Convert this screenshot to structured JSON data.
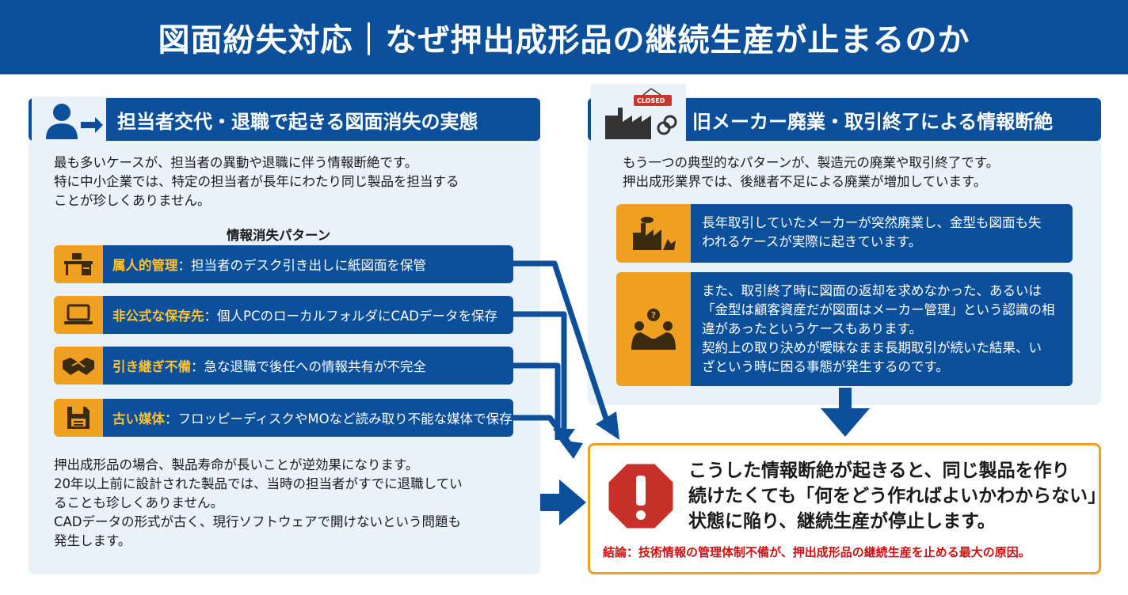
{
  "header": {
    "title": "図面紛失対応｜なぜ押出成形品の継続生産が止まるのか"
  },
  "left": {
    "heading": "担当者交代・退職で起きる図面消失の実態",
    "intro": [
      "最も多いケースが、担当者の異動や退職に伴う情報断絶です。",
      "特に中小企業では、特定の担当者が長年にわたり同じ製品を担当する",
      "ことが珍しくありません。"
    ],
    "patterns_title": "情報消失パターン",
    "patterns": [
      {
        "key": "属人的管理",
        "text": "：担当者のデスク引き出しに紙図面を保管",
        "icon": "desk-icon"
      },
      {
        "key": "非公式な保存先",
        "text": "：個人PCのローカルフォルダにCADデータを保存",
        "icon": "laptop-icon"
      },
      {
        "key": "引き継ぎ不備",
        "text": "：急な退職で後任への情報共有が不完全",
        "icon": "handshake-icon"
      },
      {
        "key": "古い媒体",
        "text": "：フロッピーディスクやMOなど読み取り不能な媒体で保存",
        "icon": "floppy-icon"
      }
    ],
    "outro": [
      "押出成形品の場合、製品寿命が長いことが逆効果になります。",
      "20年以上前に設計された製品では、当時の担当者がすでに退職してい",
      "ることも珍しくありません。",
      "CADデータの形式が古く、現行ソフトウェアで開けないという問題も",
      "発生します。"
    ]
  },
  "right": {
    "heading": "旧メーカー廃業・取引終了による情報断絶",
    "closed_sign": "CLOSED",
    "intro": [
      "もう一つの典型的なパターンが、製造元の廃業や取引終了です。",
      "押出成形業界では、後継者不足による廃業が増加しています。"
    ],
    "cases": [
      {
        "icon": "factory-icon",
        "lines": [
          "長年取引していたメーカーが突然廃業し、金型も図面も失",
          "われるケースが実際に起きています。"
        ]
      },
      {
        "icon": "people-question-icon",
        "lines": [
          "また、取引終了時に図面の返却を求めなかった、あるいは",
          "「金型は顧客資産だが図面はメーカー管理」という認識の相",
          "違があったというケースもあります。",
          "契約上の取り決めが曖昧なまま長期取引が続いた結果、い",
          "ざという時に困る事態が発生するのです。"
        ]
      }
    ]
  },
  "result": {
    "lines": [
      "こうした情報断絶が起きると、同じ製品を作り",
      "続けたくても「何をどう作ればよいかわからない」",
      "状態に陥り、継続生産が停止します。"
    ],
    "conclusion": "結論：技術情報の管理体制不備が、押出成形品の継続生産を止める最大の原因。"
  },
  "colors": {
    "navy": "#0c4f9a",
    "orange": "#f0a020",
    "pale": "#e9f1f9",
    "warning_red": "#d01010"
  }
}
